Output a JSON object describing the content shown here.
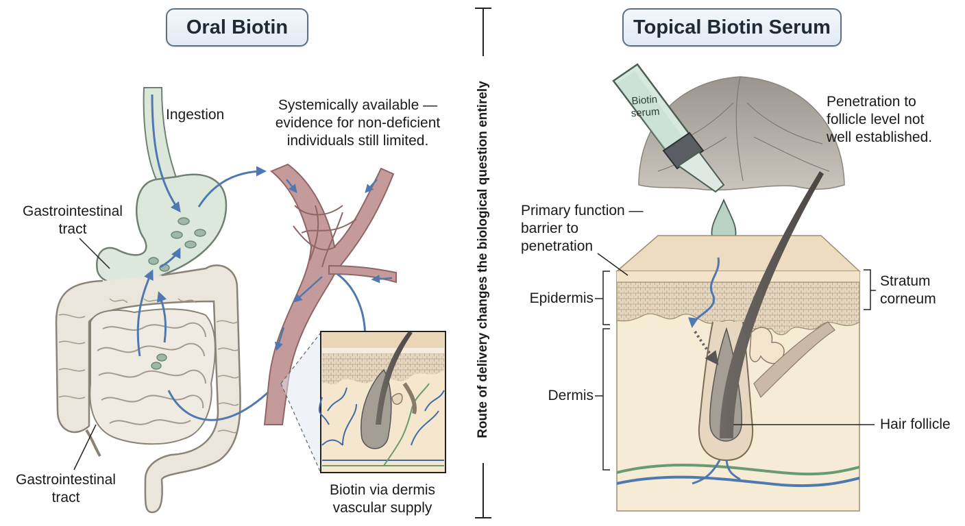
{
  "oral": {
    "title": "Oral Biotin",
    "ingestion": "Ingestion",
    "systemic_line1": "Systemically available —",
    "systemic_line2": "evidence for non-deficient",
    "systemic_line3": "individuals still limited.",
    "gi_upper_line1": "Gastrointestinal",
    "gi_upper_line2": "tract",
    "gi_lower_line1": "Gastrointestinal",
    "gi_lower_line2": "tract",
    "inset_line1": "Biotin via dermis",
    "inset_line2": "vascular supply"
  },
  "divider": {
    "text": "Route of delivery changes the biological question entirely"
  },
  "topical": {
    "title": "Topical Biotin Serum",
    "bottle_line1": "Biotin",
    "bottle_line2": "serum",
    "penetration_line1": "Penetration to",
    "penetration_line2": "follicle level not",
    "penetration_line3": "well established.",
    "primary_line1": "Primary function —",
    "primary_line2": "barrier to",
    "primary_line3": "penetration",
    "epidermis": "Epidermis",
    "dermis": "Dermis",
    "stratum_line1": "Stratum",
    "stratum_line2": "corneum",
    "hair_follicle": "Hair follicle"
  },
  "colors": {
    "arrow_blue": "#4f78b0",
    "vessel_pink": "#b88a8a",
    "gi_beige": "#ebe6dc",
    "stomach_green": "#dce8dc",
    "skin_tan": "#ead6b6",
    "dermis_cream": "#f6ecd6"
  }
}
